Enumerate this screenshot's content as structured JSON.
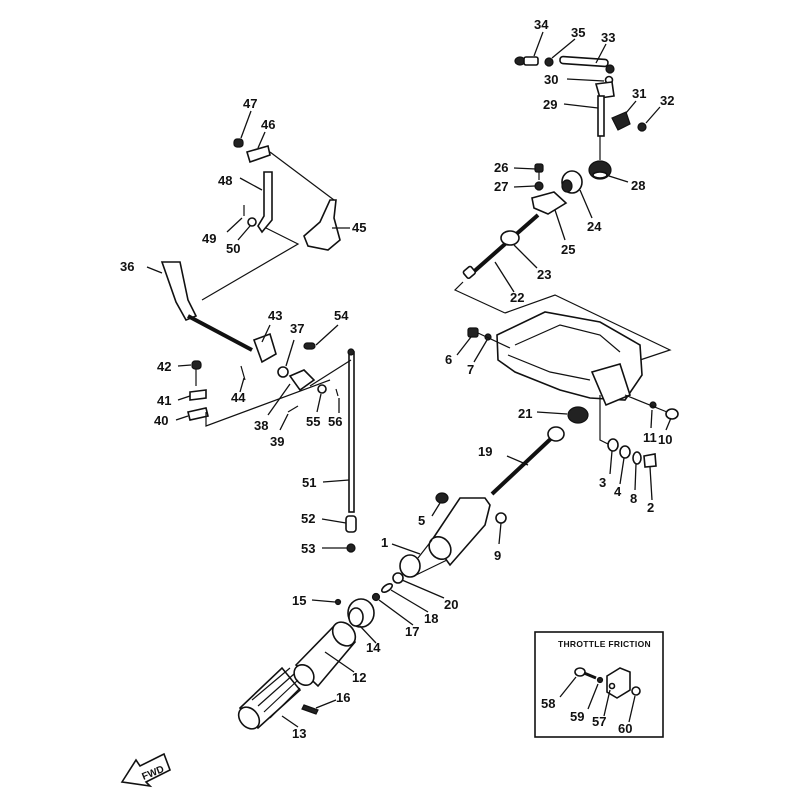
{
  "diagram": {
    "type": "exploded-parts-diagram",
    "subject": "Outboard motor steering handle / throttle control assembly",
    "inset_title": "THROTTLE FRICTION",
    "direction_badge": "FWD",
    "callouts": [
      "1",
      "2",
      "3",
      "4",
      "5",
      "6",
      "7",
      "8",
      "9",
      "10",
      "11",
      "12",
      "13",
      "14",
      "15",
      "16",
      "17",
      "18",
      "19",
      "20",
      "21",
      "22",
      "23",
      "24",
      "25",
      "26",
      "27",
      "28",
      "29",
      "30",
      "31",
      "32",
      "33",
      "34",
      "35",
      "36",
      "37",
      "38",
      "39",
      "40",
      "41",
      "42",
      "43",
      "44",
      "45",
      "46",
      "47",
      "48",
      "49",
      "50",
      "51",
      "52",
      "53",
      "54",
      "55",
      "56",
      "57",
      "58",
      "59",
      "60"
    ],
    "labels": {
      "p1": "1",
      "p2": "2",
      "p3": "3",
      "p4": "4",
      "p5": "5",
      "p6": "6",
      "p7": "7",
      "p8": "8",
      "p9": "9",
      "p10": "10",
      "p11": "11",
      "p12": "12",
      "p13": "13",
      "p14": "14",
      "p15": "15",
      "p16": "16",
      "p17": "17",
      "p18": "18",
      "p19": "19",
      "p20": "20",
      "p21": "21",
      "p22": "22",
      "p23": "23",
      "p24": "24",
      "p25": "25",
      "p26": "26",
      "p27": "27",
      "p28": "28",
      "p29": "29",
      "p30": "30",
      "p31": "31",
      "p32": "32",
      "p33": "33",
      "p34": "34",
      "p35": "35",
      "p36": "36",
      "p37": "37",
      "p38": "38",
      "p39": "39",
      "p40": "40",
      "p41": "41",
      "p42": "42",
      "p43": "43",
      "p44": "44",
      "p45": "45",
      "p46": "46",
      "p47": "47",
      "p48": "48",
      "p49": "49",
      "p50": "50",
      "p51": "51",
      "p52": "52",
      "p53": "53",
      "p54": "54",
      "p55": "55",
      "p56": "56",
      "p57": "57",
      "p58": "58",
      "p59": "59",
      "p60": "60"
    }
  }
}
